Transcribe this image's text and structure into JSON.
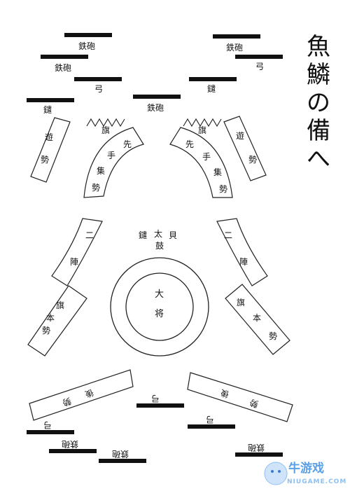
{
  "title": [
    "魚",
    "鱗",
    "の",
    "備",
    "へ"
  ],
  "bars": {
    "top_left_1": "鉄砲",
    "top_right_1": "鉄砲",
    "left_2": "鉄砲",
    "right_2": "弓",
    "left_3": "弓",
    "right_3": "鑓",
    "left_4": "鑓",
    "center": "鉄砲"
  },
  "units": {
    "yu_left": [
      "遊",
      "勢"
    ],
    "yu_right": [
      "遊",
      "勢"
    ],
    "flag_left": "旗",
    "flag_right": "旗",
    "vanguard_left": [
      "先",
      "手",
      "集",
      "勢"
    ],
    "vanguard_right": [
      "先",
      "手",
      "集",
      "勢"
    ],
    "second_left": [
      "二",
      "陣"
    ],
    "second_right": [
      "二",
      "陣"
    ],
    "hq_label": [
      "鑓",
      "太",
      "貝"
    ],
    "hq_label2": "鼓",
    "commander": [
      "大",
      "将"
    ],
    "honzei_left": [
      "旗",
      "本",
      "勢"
    ],
    "honzei_right": [
      "旗",
      "本",
      "勢"
    ],
    "rear_left": [
      "後",
      "勢"
    ],
    "rear_right": [
      "後",
      "勢"
    ],
    "rear_bar_1": "弓",
    "rear_bar_2": "弓",
    "rear_bar_3": "弓",
    "rear_bar_4": "鉄砲",
    "rear_bar_5": "鉄砲",
    "rear_bar_6": "鉄砲"
  },
  "watermark": {
    "cn": "牛游戏",
    "en": "NIUGAME.COM"
  }
}
